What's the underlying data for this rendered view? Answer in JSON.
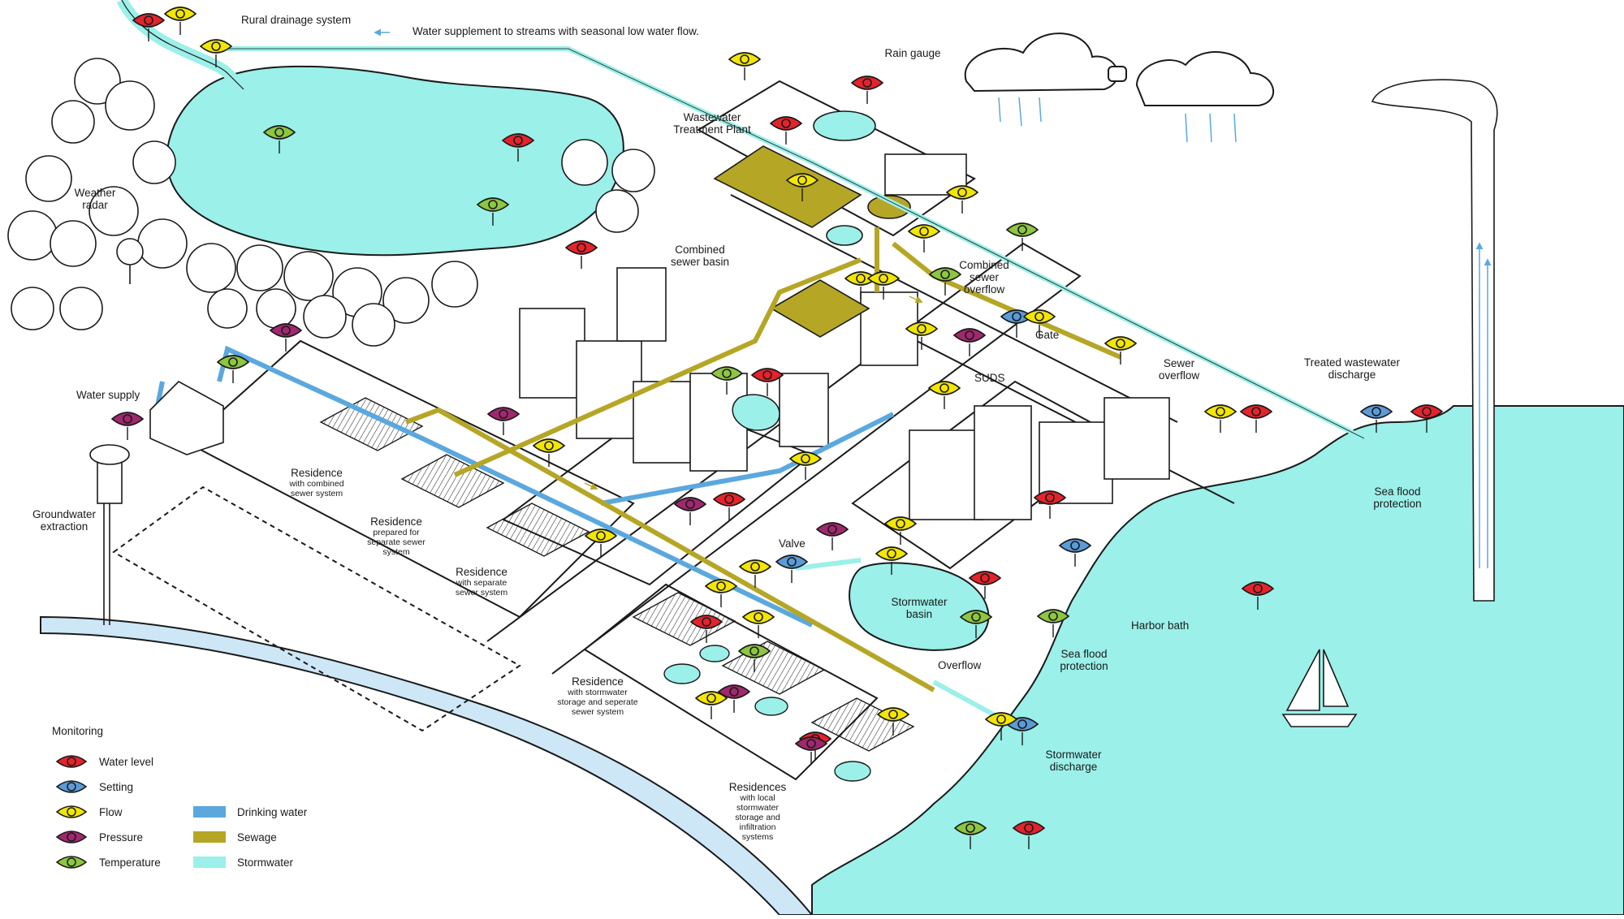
{
  "labels": {
    "rural_drainage": "Rural drainage system",
    "water_supplement": "Water supplement to streams with seasonal low water flow.",
    "rain_gauge": "Rain gauge",
    "wwtp": [
      "Wastewater",
      "Treatment Plant"
    ],
    "weather_radar": [
      "Weather",
      "radar"
    ],
    "combined_sewer_basin": [
      "Combined",
      "sewer basin"
    ],
    "combined_sewer_overflow": [
      "Combined",
      "sewer",
      "overflow"
    ],
    "gate": "Gate",
    "suds": "SUDS",
    "sewer_overflow": [
      "Sewer",
      "overflow"
    ],
    "treated_wastewater_discharge": [
      "Treated wastewater",
      "discharge"
    ],
    "water_supply": "Water supply",
    "groundwater_extraction": [
      "Groundwater",
      "extraction"
    ],
    "residence_combined": {
      "title": "Residence",
      "sub": [
        "with combined",
        "sewer system"
      ]
    },
    "residence_prepared": {
      "title": "Residence",
      "sub": [
        "prepared for",
        "separate sewer",
        "system"
      ]
    },
    "residence_separate": {
      "title": "Residence",
      "sub": [
        "with separate",
        "sewer system"
      ]
    },
    "valve": "Valve",
    "stormwater_basin": [
      "Stormwater",
      "basin"
    ],
    "overflow": "Overflow",
    "sea_flood_protection_right": [
      "Sea flood",
      "protection"
    ],
    "sea_flood_protection_mid": [
      "Sea flood",
      "protection"
    ],
    "harbor_bath": "Harbor bath",
    "residence_stormwater_storage": {
      "title": "Residence",
      "sub": [
        "with stormwater",
        "storage and seperate",
        "sewer system"
      ]
    },
    "stormwater_discharge": [
      "Stormwater",
      "discharge"
    ],
    "residences_local": {
      "title": "Residences",
      "sub": [
        "with local",
        "stormwater",
        "storage and",
        "infiltration",
        "systems"
      ]
    }
  },
  "legend": {
    "title": "Monitoring",
    "monitoring": [
      {
        "label": "Water level",
        "color": "#e5232b"
      },
      {
        "label": "Setting",
        "color": "#5b9bd8"
      },
      {
        "label": "Flow",
        "color": "#f3e600"
      },
      {
        "label": "Pressure",
        "color": "#a0286e"
      },
      {
        "label": "Temperature",
        "color": "#8dc63f"
      }
    ],
    "pipes": [
      {
        "label": "Drinking water",
        "color": "#5ba8de"
      },
      {
        "label": "Sewage",
        "color": "#b5a626"
      },
      {
        "label": "Stormwater",
        "color": "#9bf0e9"
      }
    ]
  },
  "colors": {
    "stormwater": "#9bf0e9",
    "drinking_water": "#5ba8de",
    "sewage": "#b5a626",
    "ink": "#1a1a1a",
    "ground_water_channel": "#cde7f7"
  }
}
